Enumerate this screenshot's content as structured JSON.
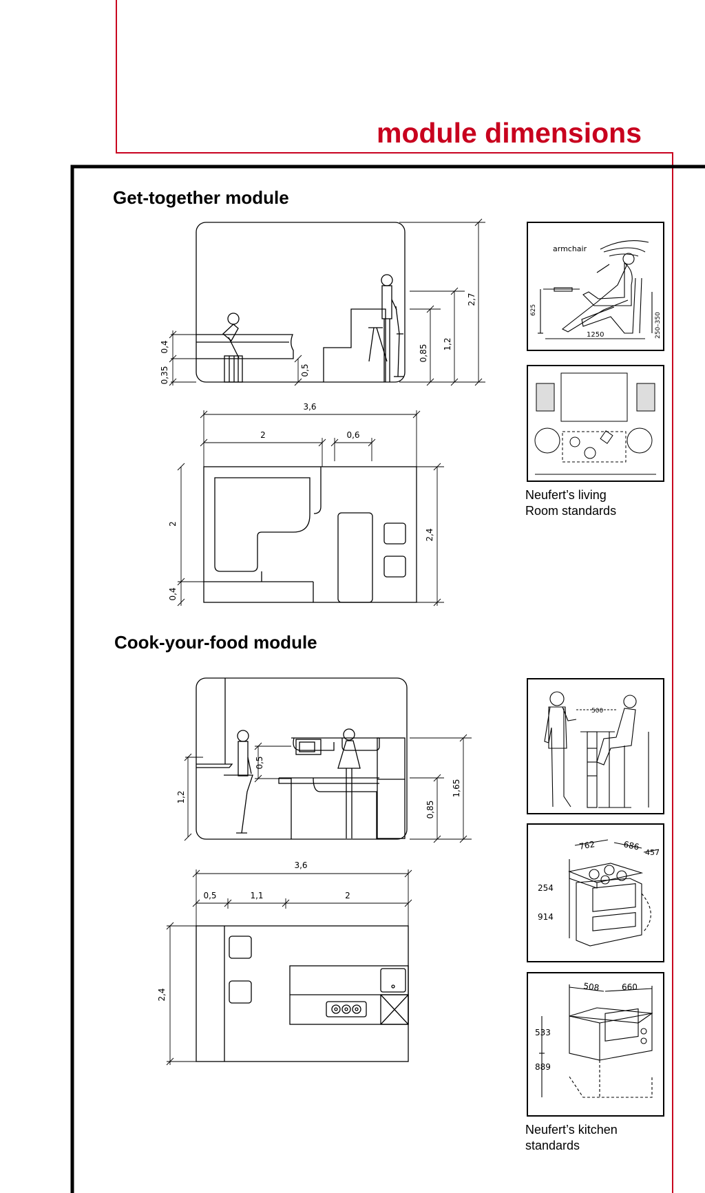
{
  "page": {
    "title": "module dimensions",
    "accent_color": "#c8001e"
  },
  "get_together": {
    "heading": "Get-together module",
    "elevation_dims": [
      "0,35",
      "0,4",
      "0,5",
      "0,85",
      "1,2",
      "2,7"
    ],
    "plan_dims": [
      "3,6",
      "2",
      "0,6",
      "2",
      "0,4",
      "2,4"
    ],
    "reference": {
      "armchair_label": "armchair",
      "armchair_dims": [
        "625",
        "1250",
        "250–350"
      ],
      "caption_line1": "Neufert’s living",
      "caption_line2": "Room standards"
    }
  },
  "cook_your_food": {
    "heading": "Cook-your-food module",
    "elevation_dims": [
      "0,5",
      "1,2",
      "0,85",
      "1,65"
    ],
    "plan_dims": [
      "3,6",
      "0,5",
      "1,1",
      "2",
      "2,4"
    ],
    "reference": {
      "bar_dims": [
        "500"
      ],
      "stove_dims": [
        "762",
        "686",
        "457",
        "254",
        "914"
      ],
      "microwave_dims": [
        "508",
        "660",
        "533",
        "889"
      ],
      "caption_line1": "Neufert’s kitchen",
      "caption_line2": "standards"
    }
  }
}
